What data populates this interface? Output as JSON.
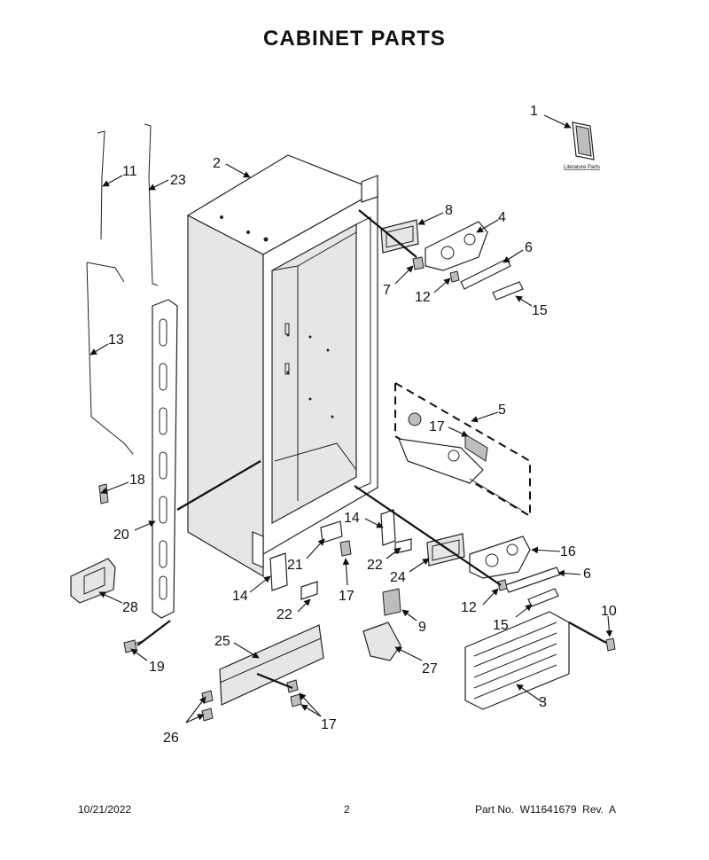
{
  "title": "CABINET PARTS",
  "literature_label": "Literature Parts",
  "callouts": {
    "c1": "1",
    "c2": "2",
    "c3": "3",
    "c4": "4",
    "c5": "5",
    "c6a": "6",
    "c6b": "6",
    "c7": "7",
    "c8": "8",
    "c9": "9",
    "c10": "10",
    "c11": "11",
    "c12a": "12",
    "c12b": "12",
    "c13": "13",
    "c14a": "14",
    "c14b": "14",
    "c15a": "15",
    "c15b": "15",
    "c16": "16",
    "c17a": "17",
    "c17b": "17",
    "c17c": "17",
    "c18": "18",
    "c19": "19",
    "c20": "20",
    "c21": "21",
    "c22a": "22",
    "c22b": "22",
    "c23": "23",
    "c24": "24",
    "c25": "25",
    "c26": "26",
    "c27": "27",
    "c28": "28"
  },
  "footer": {
    "date": "10/21/2022",
    "page": "2",
    "part_no": "Part No.  W11641679  Rev.  A"
  }
}
